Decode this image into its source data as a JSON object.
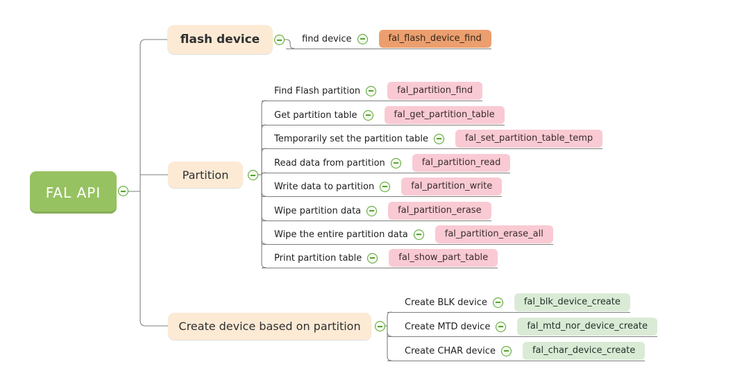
{
  "root": {
    "label": "FAL API"
  },
  "branches": [
    {
      "label": "flash device",
      "children": [
        {
          "label": "find device",
          "api": "fal_flash_device_find"
        }
      ]
    },
    {
      "label": "Partition",
      "children": [
        {
          "label": "Find Flash partition",
          "api": "fal_partition_find"
        },
        {
          "label": "Get partition table",
          "api": "fal_get_partition_table"
        },
        {
          "label": "Temporarily set the partition table",
          "api": "fal_set_partition_table_temp"
        },
        {
          "label": "Read data from partition",
          "api": "fal_partition_read"
        },
        {
          "label": "Write data to partition",
          "api": "fal_partition_write"
        },
        {
          "label": "Wipe partition data",
          "api": "fal_partition_erase"
        },
        {
          "label": "Wipe the entire partition data",
          "api": "fal_partition_erase_all"
        },
        {
          "label": "Print partition table",
          "api": "fal_show_part_table"
        }
      ]
    },
    {
      "label": "Create device based on partition",
      "children": [
        {
          "label": "Create BLK device",
          "api": "fal_blk_device_create"
        },
        {
          "label": "Create MTD device",
          "api": "fal_mtd_nor_device_create"
        },
        {
          "label": "Create CHAR device",
          "api": "fal_char_device_create"
        }
      ]
    }
  ],
  "icons": {
    "collapse": "minus-circle"
  },
  "colors": {
    "root_green": "#97C261",
    "branch_peach": "#FCEAD5",
    "api_orange": "#EC9F6E",
    "api_pink": "#F9CAD3",
    "api_green": "#DAEBD5",
    "icon_green": "#56A22F",
    "line_gray": "#7E7E7E"
  }
}
